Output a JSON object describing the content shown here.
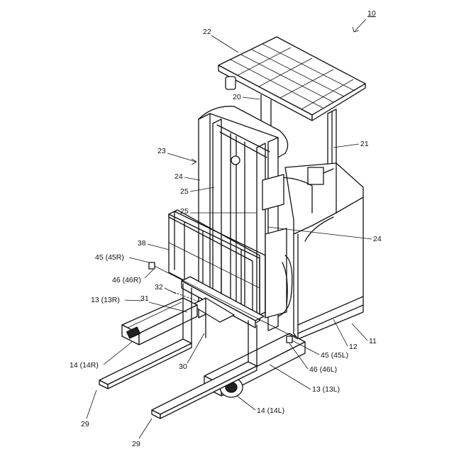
{
  "figure": {
    "ref_main": "10",
    "labels": {
      "l22": "22",
      "l20": "20",
      "l21": "21",
      "l23": "23",
      "l24a": "24",
      "l25a": "25",
      "l25b": "25",
      "l24b": "24",
      "l38": "38",
      "l45r": "45 (45R)",
      "l46r": "46 (46R)",
      "l32": "32",
      "l13r": "13 (13R)",
      "l31": "31",
      "l11": "11",
      "l12": "12",
      "l45l": "45 (45L)",
      "l46l": "46 (46L)",
      "l14r": "14 (14R)",
      "l30": "30",
      "l13l": "13 (13L)",
      "l14l": "14 (14L)",
      "l29a": "29",
      "l29b": "29"
    }
  }
}
